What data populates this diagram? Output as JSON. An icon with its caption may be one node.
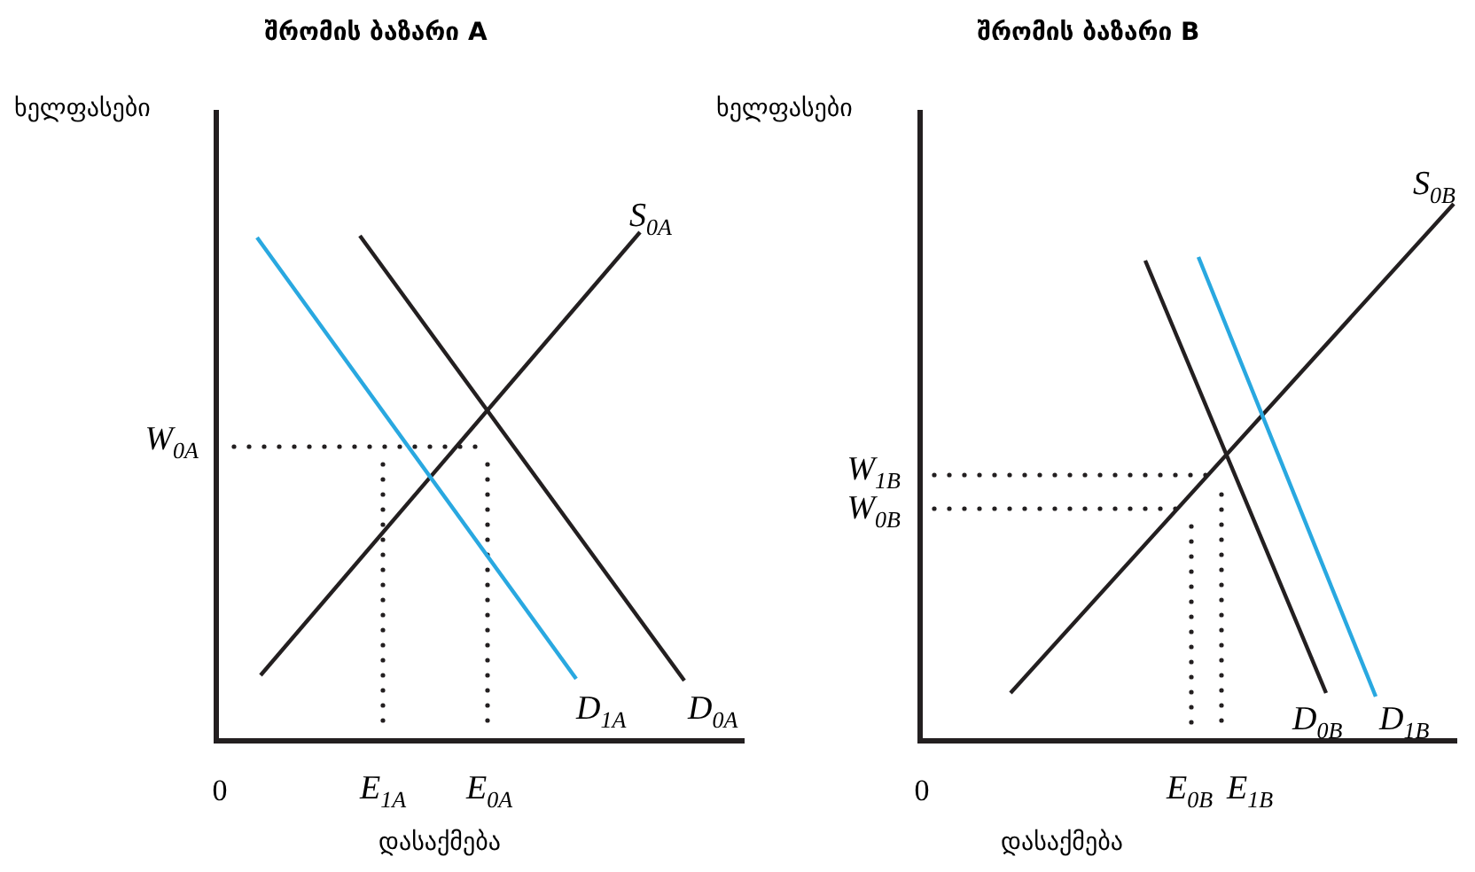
{
  "diagram": {
    "labels": [
      "შრომის ბაზარი A",
      "შრომის ბაზარი B",
      "ხელფასები",
      "ხელფასები",
      "S$_{0A}$",
      "S$_{0B}$",
      "W$_{0A}$",
      "W$_{1B}$",
      "W$_{0B}$",
      "D$_{1A}$",
      "D$_{0A}$",
      "D$_{0B}$",
      "D$_{1B}$",
      "0",
      "E$_{1A}$",
      "E$_{0A}$",
      "0",
      "E$_{0B}$",
      "E$_{1B}$",
      "დასაქმება",
      "დასაქმება"
    ]
  }
}
